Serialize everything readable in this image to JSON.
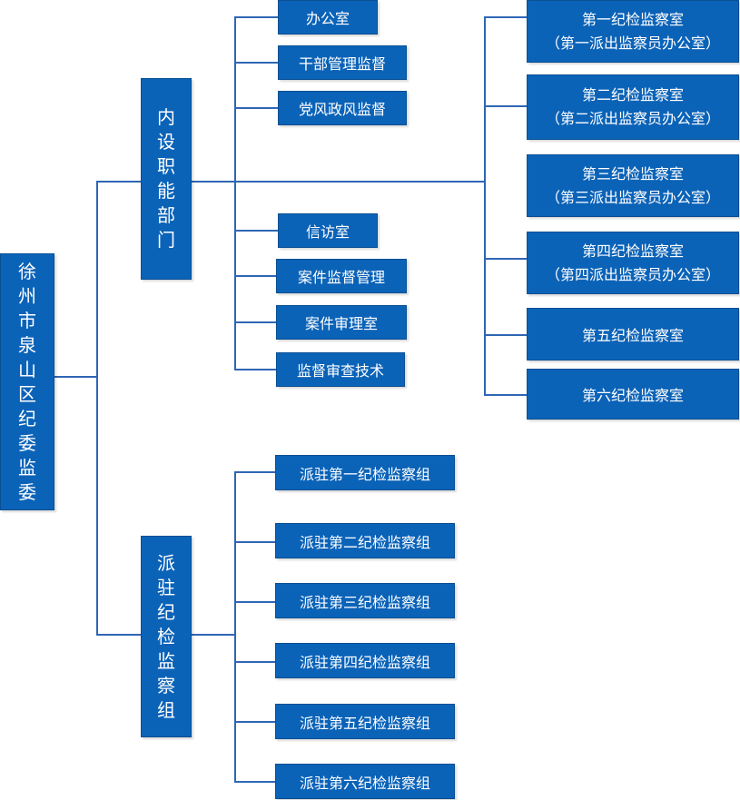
{
  "root": {
    "label": "徐州市泉山区纪委监委"
  },
  "branch_internal": {
    "label": "内设职能部门"
  },
  "branch_stationed": {
    "label": "派驻纪检监察组"
  },
  "internal_departments": [
    "办公室",
    "干部管理监督",
    "党风政风监督",
    "信访室",
    "案件监督管理",
    "案件审理室",
    "监督审查技术"
  ],
  "supervision_rooms": [
    {
      "line1": "第一纪检监察室",
      "line2": "（第一派出监察员办公室）"
    },
    {
      "line1": "第二纪检监察室",
      "line2": "（第二派出监察员办公室）"
    },
    {
      "line1": "第三纪检监察室",
      "line2": "（第三派出监察员办公室）"
    },
    {
      "line1": "第四纪检监察室",
      "line2": "（第四派出监察员办公室）"
    },
    {
      "line1": "第五纪检监察室",
      "line2": ""
    },
    {
      "line1": "第六纪检监察室",
      "line2": ""
    }
  ],
  "stationed_groups": [
    "派驻第一纪检监察组",
    "派驻第二纪检监察组",
    "派驻第三纪检监察组",
    "派驻第四纪检监察组",
    "派驻第五纪检监察组",
    "派驻第六纪检监察组"
  ],
  "colors": {
    "box_fill": "#0b63b8",
    "box_border": "#0a4f92",
    "connector": "#2f66b5",
    "text": "#ffffff"
  }
}
